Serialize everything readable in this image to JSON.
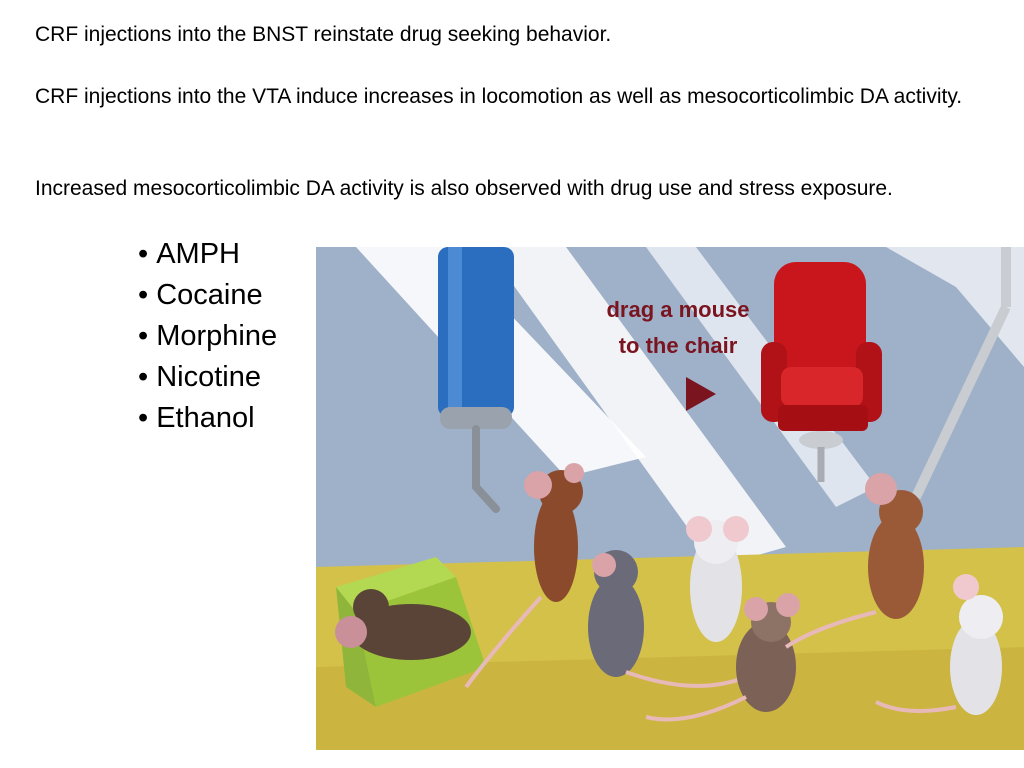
{
  "paragraphs": [
    "CRF injections into the BNST reinstate drug seeking behavior.",
    "CRF injections into the VTA induce increases in locomotion as well as mesocorticolimbic DA activity.",
    "Increased mesocorticolimbic DA activity is also observed with drug use and stress exposure."
  ],
  "drug_list": [
    "AMPH",
    "Cocaine",
    "Morphine",
    "Nicotine",
    "Ethanol"
  ],
  "illustration": {
    "caption_line1": "drag a mouse",
    "caption_line2": "to the chair",
    "colors": {
      "wall": "#9fb0c9",
      "floor": "#d4c14a",
      "bottle": "#2b6ec0",
      "chair": "#c8161c",
      "sofa": "#9cc43a",
      "caption": "#7a1520"
    }
  }
}
